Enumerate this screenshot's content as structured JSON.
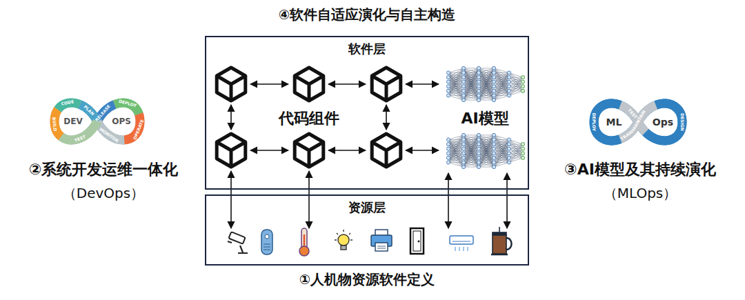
{
  "diagram": {
    "nodes": [
      {
        "text": [
          "④软件自适应演化与自主构造",
          "软件层"
        ]
      },
      {
        "text": [
          "资源层",
          "①人机物资源软件定义"
        ]
      }
    ],
    "labels": [
      "代码组件",
      "AI模型",
      "②系统开发运维一体化",
      "（DevOps）",
      "③AI模型及其持续演化",
      "（MLOps）",
      "DEV",
      "OPS",
      "BUILD",
      "CODE",
      "PLAN",
      "RELEASE",
      "DEPLOY",
      "OPERATE",
      "MONITOR",
      "TEST",
      "ML",
      "Ops",
      "DEPLOY",
      "TEST",
      "MAINTAIN",
      "TRAIN",
      "DESIGN"
    ]
  }
}
